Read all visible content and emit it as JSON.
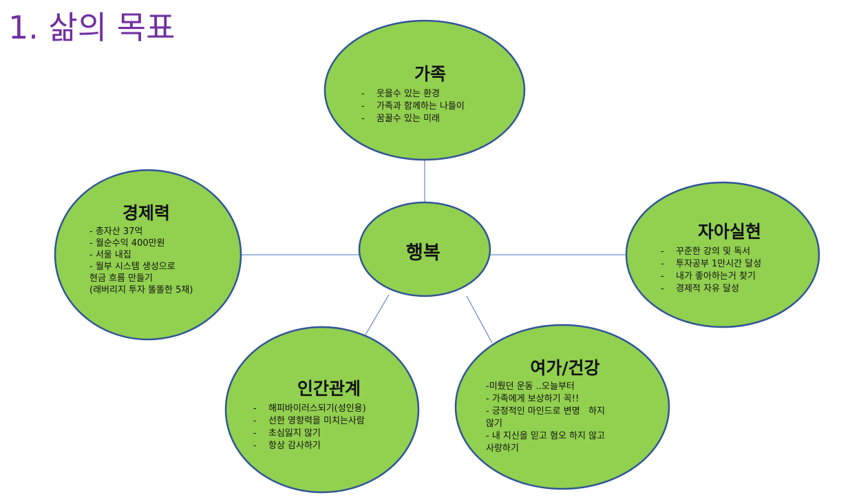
{
  "title": "1. 삶의 목표",
  "colors": {
    "fill": "#92d050",
    "stroke": "#2f5597",
    "title": "#7030a0"
  },
  "center": {
    "label": "행복"
  },
  "nodes": {
    "family": {
      "title": "가족",
      "items": [
        "웃을수 있는 환경",
        "가족과 함께하는 나들이",
        "꿈꿀수 있는 미래"
      ]
    },
    "economy": {
      "title": "경제력",
      "items": [
        "- 총자산 37억",
        "- 월순수익 400만원",
        "- 서울 내집",
        "- 월부 시스템 생성으로",
        "현금 흐름 만들기",
        "(래버리지 투자 똘똘한 5채)"
      ]
    },
    "self": {
      "title": "자아실현",
      "items": [
        "꾸준한 강의 및 독서",
        "투자공부 1만시간 달성",
        "내가 좋아하는거 찾기",
        "경제적 자유 달성"
      ]
    },
    "relations": {
      "title": "인간관계",
      "items": [
        "해피바이러스되기(성인용)",
        "선한 영향력을 미치는사람",
        "초심잃지 않기",
        "항상 감사하기"
      ]
    },
    "leisure": {
      "title": "여가/건강",
      "items": [
        "-미뤘던 운동 ..오늘부터",
        "- 가족에게 보상하기 꼭!!",
        "- 긍정적인 마인드로 변명   하지",
        "않기",
        "- 내 지신을 믿고 혐오 하지 않고",
        "사랑하기"
      ]
    }
  }
}
